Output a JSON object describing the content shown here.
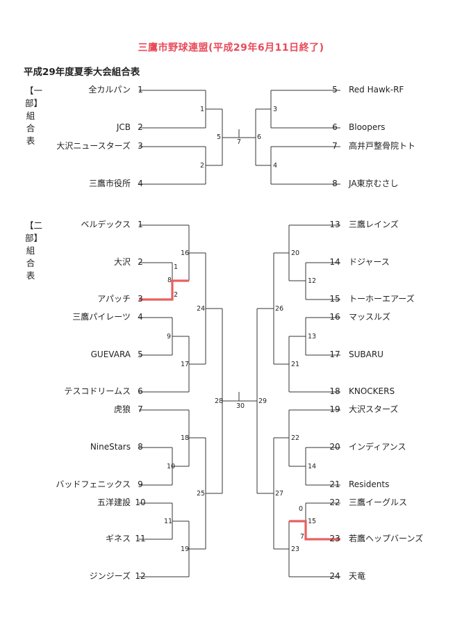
{
  "header": {
    "title": "三鷹市野球連盟(平成29年6月11日終了)",
    "subtitle": "平成29年度夏季大会組合表"
  },
  "division1": {
    "label": "【一部】組合表",
    "left_teams": [
      {
        "seed": "1",
        "name": "全カルパン"
      },
      {
        "seed": "2",
        "name": "JCB"
      },
      {
        "seed": "3",
        "name": "大沢ニュースターズ"
      },
      {
        "seed": "4",
        "name": "三鷹市役所"
      }
    ],
    "right_teams": [
      {
        "seed": "5",
        "name": "Red Hawk-RF"
      },
      {
        "seed": "6",
        "name": "Bloopers"
      },
      {
        "seed": "7",
        "name": "高井戸整骨院トト"
      },
      {
        "seed": "8",
        "name": "JA東京むさし"
      }
    ],
    "matches": [
      "1",
      "2",
      "5",
      "7",
      "6",
      "3",
      "4"
    ]
  },
  "division2": {
    "label": "【二部】組合表",
    "left_teams": [
      {
        "seed": "1",
        "name": "ベルデックス"
      },
      {
        "seed": "2",
        "name": "大沢"
      },
      {
        "seed": "3",
        "name": "アパッチ"
      },
      {
        "seed": "4",
        "name": "三鷹パイレーツ"
      },
      {
        "seed": "5",
        "name": "GUEVARA"
      },
      {
        "seed": "6",
        "name": "テスコドリームス"
      },
      {
        "seed": "7",
        "name": "虎狼"
      },
      {
        "seed": "8",
        "name": "NineStars"
      },
      {
        "seed": "9",
        "name": "バッドフェニックス"
      },
      {
        "seed": "10",
        "name": "五洋建設"
      },
      {
        "seed": "11",
        "name": "ギネス"
      },
      {
        "seed": "12",
        "name": "ジンジーズ"
      }
    ],
    "right_teams": [
      {
        "seed": "13",
        "name": "三鷹レインズ"
      },
      {
        "seed": "14",
        "name": "ドジャース"
      },
      {
        "seed": "15",
        "name": "トーホーエアーズ"
      },
      {
        "seed": "16",
        "name": "マッスルズ"
      },
      {
        "seed": "17",
        "name": "SUBARU"
      },
      {
        "seed": "18",
        "name": "KNOCKERS"
      },
      {
        "seed": "19",
        "name": "大沢スターズ"
      },
      {
        "seed": "20",
        "name": "インディアンス"
      },
      {
        "seed": "21",
        "name": "Residents"
      },
      {
        "seed": "22",
        "name": "三鷹イーグルス"
      },
      {
        "seed": "23",
        "name": "若鷹ヘップバーンズ"
      },
      {
        "seed": "24",
        "name": "天竜"
      }
    ],
    "matches": [
      "16",
      "1",
      "8",
      "2",
      "9",
      "17",
      "24",
      "10",
      "18",
      "11",
      "19",
      "25",
      "28",
      "30",
      "29",
      "20",
      "12",
      "26",
      "13",
      "21",
      "22",
      "14",
      "27",
      "0",
      "15",
      "7",
      "23"
    ]
  },
  "colors": {
    "title": "#e84a5a",
    "highlight": "#e8605e",
    "line": "#333333"
  }
}
